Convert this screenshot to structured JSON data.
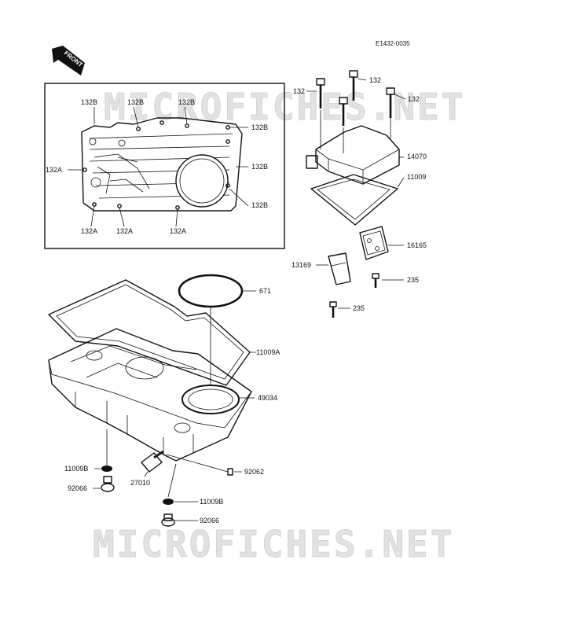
{
  "diagram": {
    "code": "E1432-0035",
    "front_label": "FRONT",
    "watermark": "MICROFICHES.NET",
    "callouts": {
      "c132b_1": "132B",
      "c132b_2": "132B",
      "c132b_3": "132B",
      "c132b_4": "132B",
      "c132b_5": "132B",
      "c132b_6": "132B",
      "c132a_1": "132A",
      "c132a_2": "132A",
      "c132a_3": "132A",
      "c132a_4": "132A",
      "c132_1": "132",
      "c132_2": "132",
      "c132_3": "132",
      "c14070": "14070",
      "c11009": "11009",
      "c16165": "16165",
      "c13169": "13169",
      "c235_1": "235",
      "c235_2": "235",
      "c671": "671",
      "c11009a": "11009A",
      "c49034": "49034",
      "c11009b_1": "11009B",
      "c92066_1": "92066",
      "c27010": "27010",
      "c92062": "92062",
      "c11009b_2": "11009B",
      "c92066_2": "92066"
    }
  }
}
